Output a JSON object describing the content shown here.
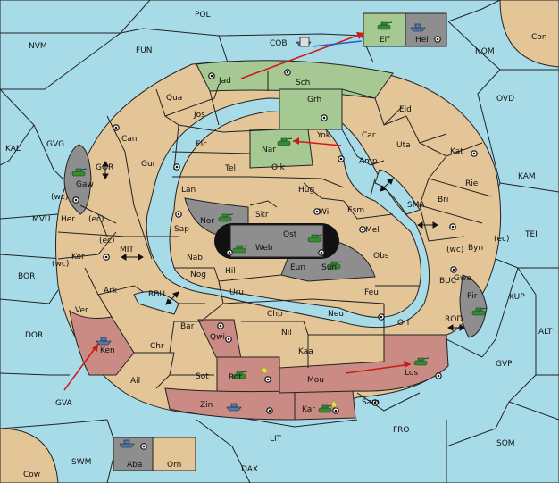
{
  "colors": {
    "sea": "#a8dbe8",
    "land": "#e3c597",
    "player_green": "#a6c892",
    "player_red": "#c98b84",
    "player_grey": "#8e8e8e",
    "order_arrow": "#d01818",
    "convoy_line": "#2060c0",
    "neutral_dark": "#111111"
  },
  "provinces": {
    "sea": [
      "POL",
      "NVM",
      "FUN",
      "COB",
      "NOM",
      "Con",
      "OVD",
      "KAL",
      "GVG",
      "GOR",
      "KAM",
      "MVU",
      "(wc)",
      "(ec)",
      "MIT",
      "SMA",
      "TEI",
      "BOR",
      "RBU",
      "BUC",
      "KUP",
      "DOR",
      "ROD",
      "ALT",
      "GVP",
      "GVA",
      "FRO",
      "SOM",
      "LIT",
      "SWM",
      "DAX",
      "Cow"
    ],
    "land": [
      "Jad",
      "Sch",
      "Qua",
      "Jos",
      "Grh",
      "Eld",
      "Can",
      "Elc",
      "Yok",
      "Car",
      "Uta",
      "Kat",
      "Nar",
      "Amp",
      "Tel",
      "Olk",
      "Gur",
      "Lan",
      "Hug",
      "Rie",
      "Bri",
      "Esm",
      "Wil",
      "Skr",
      "Ost",
      "Sap",
      "Nor",
      "Mel",
      "Obs",
      "Byn",
      "Her",
      "Kor",
      "Nab",
      "Web",
      "Eun",
      "Sun",
      "Gwa",
      "Ark",
      "Nog",
      "Hil",
      "Uru",
      "Feu",
      "Pir",
      "Ver",
      "Bar",
      "Chp",
      "Neu",
      "Orl",
      "Qwi",
      "Nil",
      "Ken",
      "Chr",
      "Kaa",
      "Los",
      "Rot",
      "Sot",
      "Mou",
      "Ail",
      "Zin",
      "Kar",
      "Sam",
      "Aba",
      "Orn",
      "Elf",
      "Hel",
      "Gaw"
    ]
  },
  "coast_labels": {
    "wc": "(wc)",
    "ec": "(ec)"
  },
  "units": [
    {
      "type": "army",
      "location": "Elf",
      "owner": "green"
    },
    {
      "type": "army",
      "location": "Nar",
      "owner": "green"
    },
    {
      "type": "fleet",
      "location": "Hel",
      "owner": "grey"
    },
    {
      "type": "fleet",
      "location": "COB",
      "owner": "grey"
    },
    {
      "type": "army",
      "location": "Gaw",
      "owner": "green"
    },
    {
      "type": "army",
      "location": "Nor",
      "owner": "green"
    },
    {
      "type": "army",
      "location": "Web",
      "owner": "green"
    },
    {
      "type": "army",
      "location": "Ost",
      "owner": "green"
    },
    {
      "type": "army",
      "location": "Sun",
      "owner": "green"
    },
    {
      "type": "army",
      "location": "Pir",
      "owner": "green"
    },
    {
      "type": "army",
      "location": "Los",
      "owner": "green"
    },
    {
      "type": "fleet",
      "location": "Ken",
      "owner": "grey"
    },
    {
      "type": "army",
      "location": "Rot",
      "owner": "green"
    },
    {
      "type": "fleet",
      "location": "Zin",
      "owner": "grey"
    },
    {
      "type": "army",
      "location": "Kar",
      "owner": "green"
    },
    {
      "type": "fleet",
      "location": "Aba",
      "owner": "grey"
    }
  ],
  "orders": [
    {
      "from": "Jad",
      "to": "Elf"
    },
    {
      "from": "Yok",
      "to": "Nar"
    },
    {
      "from": "GVA",
      "to": "Ken"
    },
    {
      "from": "Mou",
      "to": "Los"
    }
  ]
}
